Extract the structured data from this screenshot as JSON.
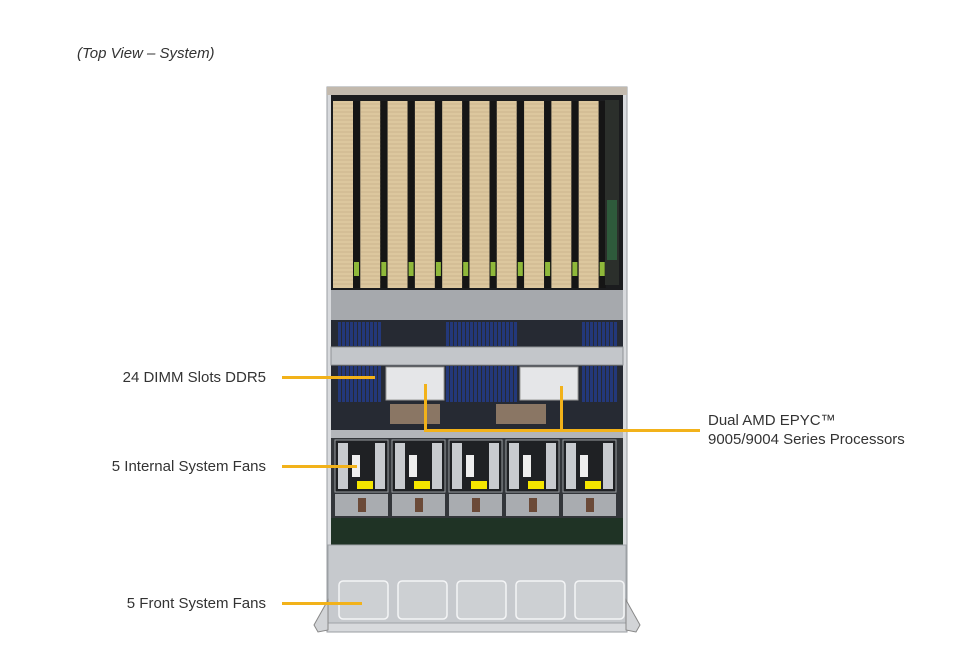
{
  "caption": "(Top View – System)",
  "callouts": {
    "dimm": "24 DIMM Slots DDR5",
    "internal_fans": "5 Internal System Fans",
    "front_fans": "5 Front System Fans",
    "cpu_line1": "Dual AMD EPYC™",
    "cpu_line2": "9005/9004 Series Processors"
  },
  "colors": {
    "leader": "#f2b21a",
    "gpu_heatsink": "#dcc79e",
    "dimm_blue": "#23387a",
    "chassis": "#c9ccd0"
  },
  "components": {
    "gpu_count": 10,
    "internal_fan_count": 5,
    "front_fan_count": 5
  }
}
